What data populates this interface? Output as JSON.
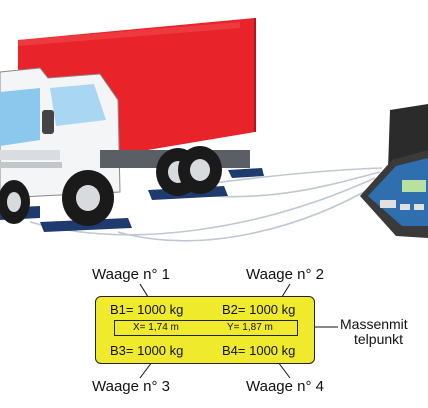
{
  "labels": {
    "waage1": "Waage n° 1",
    "waage2": "Waage n° 2",
    "waage3": "Waage n° 3",
    "waage4": "Waage n° 4"
  },
  "panel": {
    "b1": "B1= 1000 kg",
    "b2": "B2= 1000 kg",
    "b3": "B3= 1000 kg",
    "b4": "B4= 1000 kg",
    "x": "X= 1,74 m",
    "y": "Y= 1,87 m"
  },
  "massenmittelpunkt": {
    "line1": "Massenmit",
    "line2": "telpunkt"
  }
}
